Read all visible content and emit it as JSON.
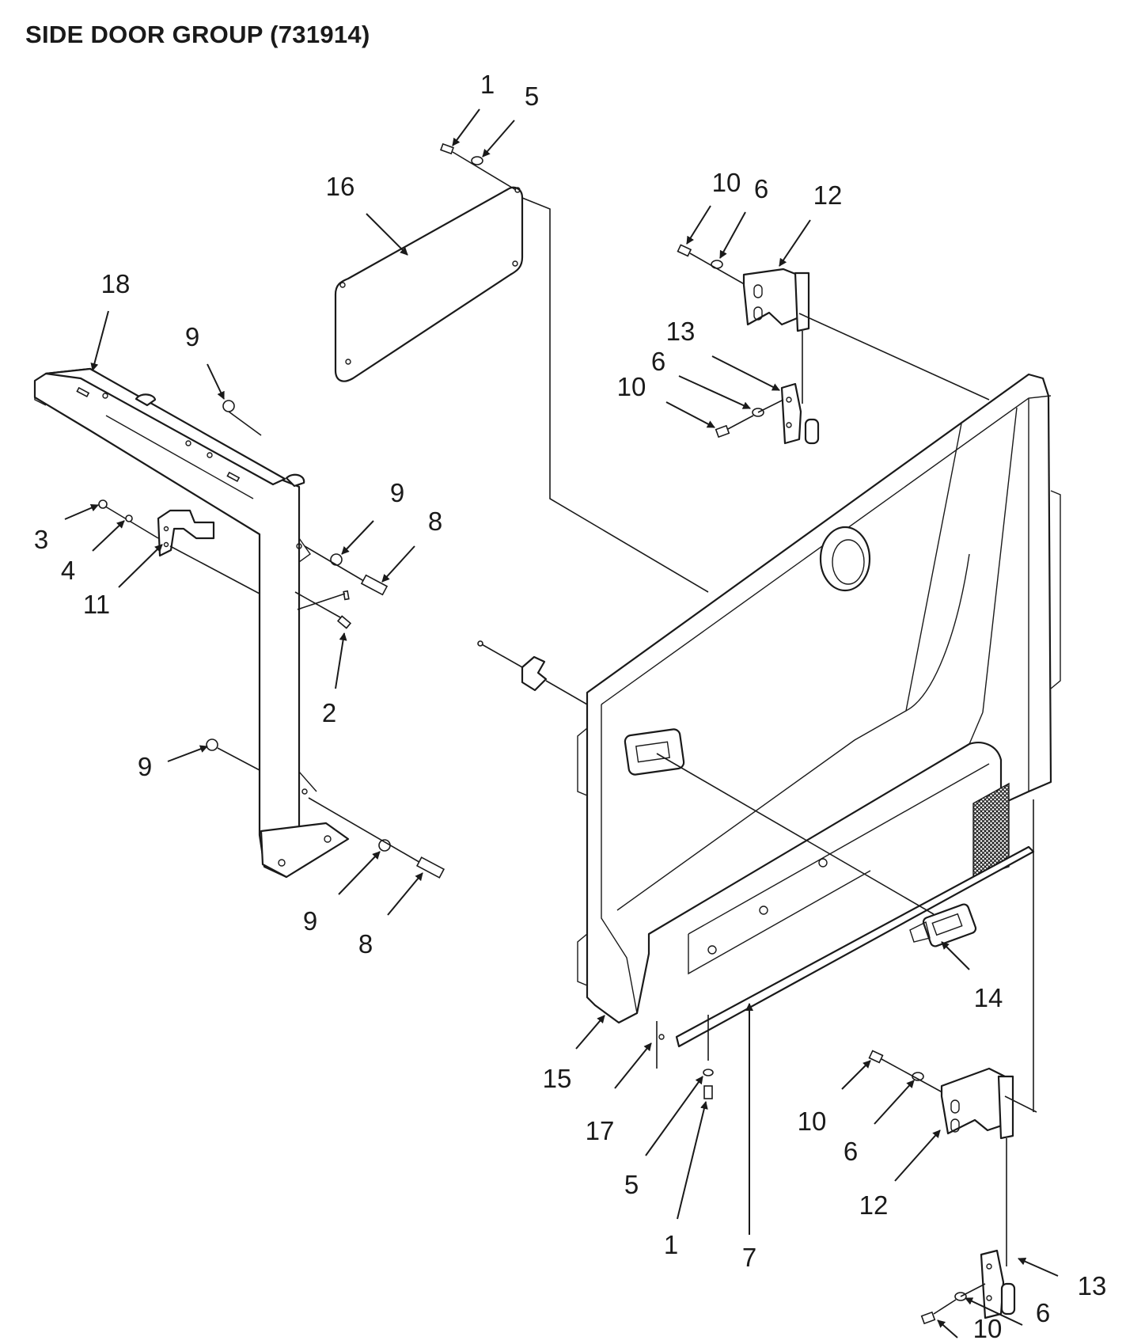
{
  "title": "SIDE DOOR GROUP (731914)",
  "callouts": [
    {
      "id": "c1a",
      "label": "1"
    },
    {
      "id": "c5a",
      "label": "5"
    },
    {
      "id": "c16",
      "label": "16"
    },
    {
      "id": "c10a",
      "label": "10"
    },
    {
      "id": "c6a",
      "label": "6"
    },
    {
      "id": "c12a",
      "label": "12"
    },
    {
      "id": "c18",
      "label": "18"
    },
    {
      "id": "c9a",
      "label": "9"
    },
    {
      "id": "c13a",
      "label": "13"
    },
    {
      "id": "c6b",
      "label": "6"
    },
    {
      "id": "c10b",
      "label": "10"
    },
    {
      "id": "c9b",
      "label": "9"
    },
    {
      "id": "c8a",
      "label": "8"
    },
    {
      "id": "c3",
      "label": "3"
    },
    {
      "id": "c4",
      "label": "4"
    },
    {
      "id": "c11",
      "label": "11"
    },
    {
      "id": "c2",
      "label": "2"
    },
    {
      "id": "c9c",
      "label": "9"
    },
    {
      "id": "c9d",
      "label": "9"
    },
    {
      "id": "c8b",
      "label": "8"
    },
    {
      "id": "c14",
      "label": "14"
    },
    {
      "id": "c15",
      "label": "15"
    },
    {
      "id": "c17",
      "label": "17"
    },
    {
      "id": "c5b",
      "label": "5"
    },
    {
      "id": "c1b",
      "label": "1"
    },
    {
      "id": "c7",
      "label": "7"
    },
    {
      "id": "c10c",
      "label": "10"
    },
    {
      "id": "c6c",
      "label": "6"
    },
    {
      "id": "c12b",
      "label": "12"
    },
    {
      "id": "c13b",
      "label": "13"
    },
    {
      "id": "c6d",
      "label": "6"
    },
    {
      "id": "c10d",
      "label": "10"
    }
  ]
}
